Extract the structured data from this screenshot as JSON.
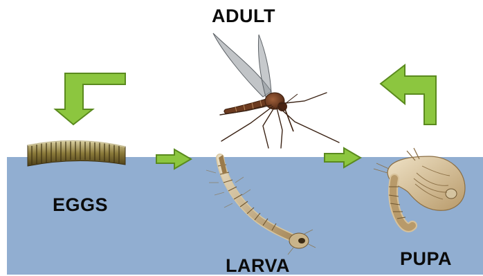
{
  "diagram": {
    "stages": {
      "adult": "ADULT",
      "eggs": "EGGS",
      "larva": "LARVA",
      "pupa": "PUPA"
    },
    "colors": {
      "water": "#91aed1",
      "arrow_fill": "#8cc63f",
      "arrow_stroke": "#5a8a1e",
      "label": "#0b0b0b",
      "background": "#ffffff"
    },
    "icons": [
      "mosquito-adult-icon",
      "egg-raft-icon",
      "larva-icon",
      "pupa-icon"
    ]
  }
}
